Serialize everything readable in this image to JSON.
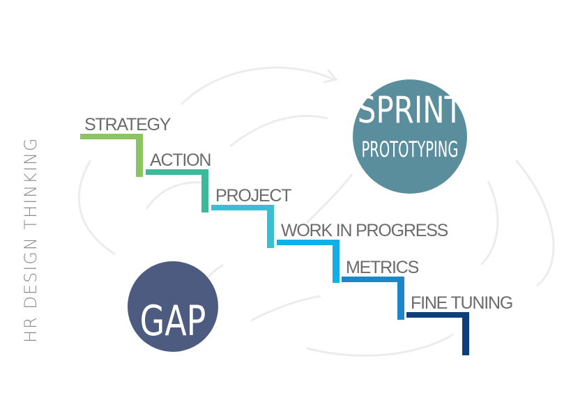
{
  "side_title": "HR DESIGN THINKING",
  "steps": [
    {
      "label": "STRATEGY",
      "color": "#8dc462"
    },
    {
      "label": "ACTION",
      "color": "#3cb89a"
    },
    {
      "label": "PROJECT",
      "color": "#38bfd4"
    },
    {
      "label": "WORK IN PROGRESS",
      "color": "#12aee6"
    },
    {
      "label": "METRICS",
      "color": "#1d86c8"
    },
    {
      "label": "FINE TUNING",
      "color": "#0e3f7a"
    }
  ],
  "prototyping": {
    "line1": "PROTOTYPING",
    "line2": "SPRINT",
    "color": "#5b8e9c"
  },
  "gap": {
    "label": "GAP",
    "color": "#4c5b7f"
  }
}
